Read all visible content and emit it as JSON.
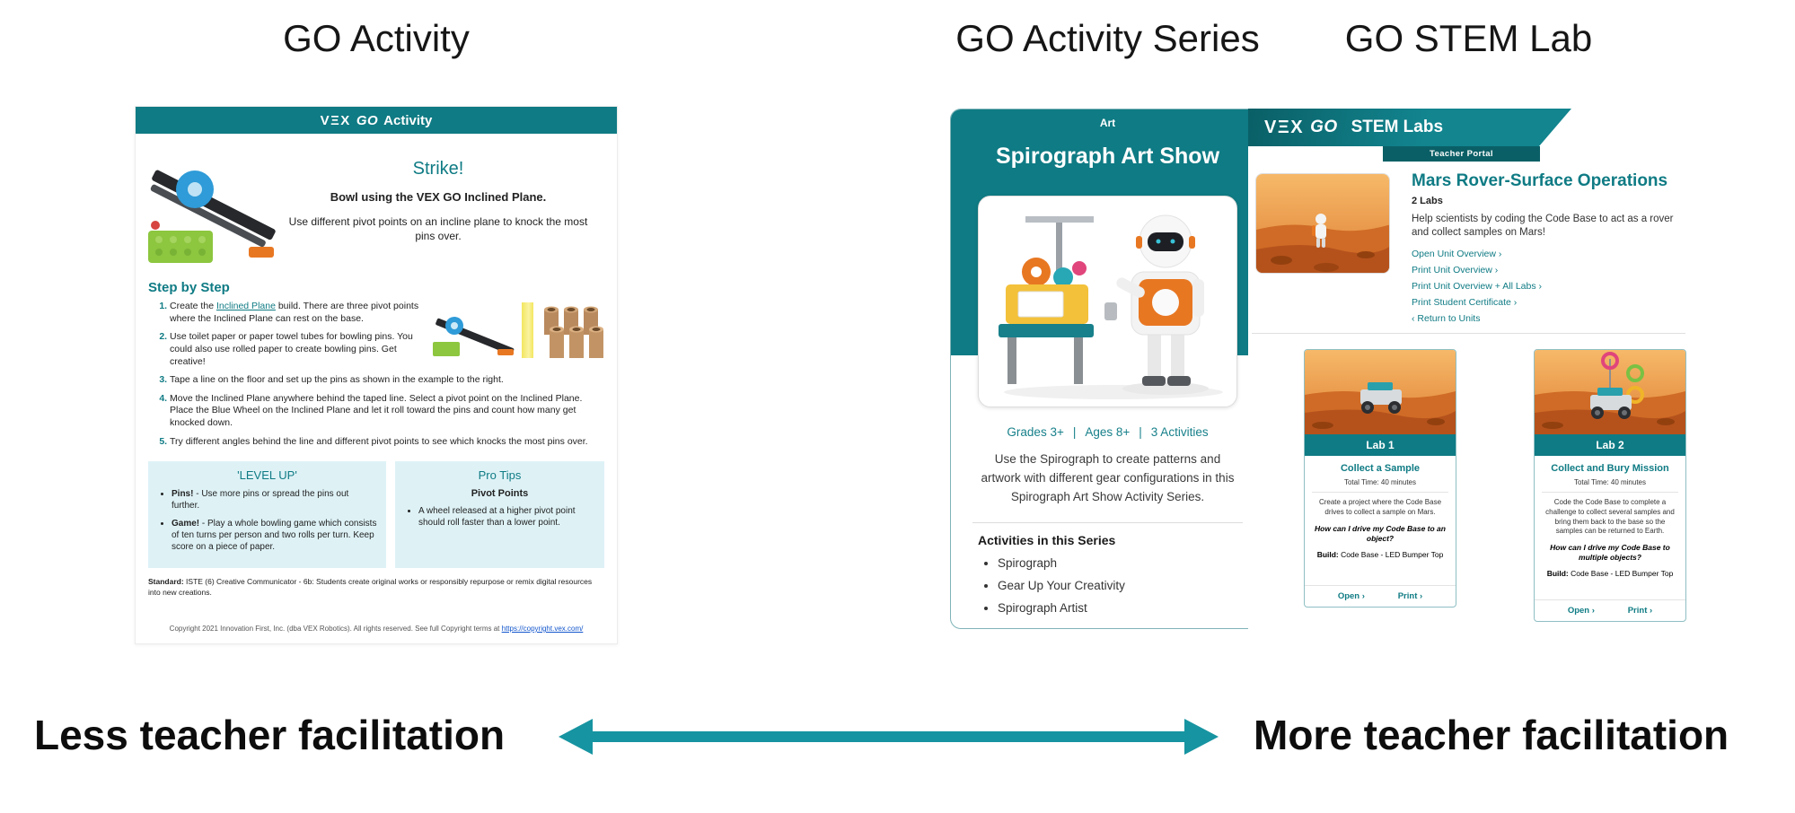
{
  "colors": {
    "teal": "#0f7b84",
    "teal_dark": "#0a5f66",
    "arrow": "#1794a1",
    "panel_cyan": "#def2f6",
    "link_blue": "#1155cc",
    "orange": "#e87722"
  },
  "page": {
    "columns": [
      {
        "title": "GO Activity"
      },
      {
        "title": "GO Activity Series"
      },
      {
        "title": "GO STEM Lab"
      }
    ],
    "footer": {
      "left_label": "Less teacher facilitation",
      "right_label": "More teacher facilitation"
    }
  },
  "activity": {
    "brand_glyph": "VΞX",
    "brand_go": "GO",
    "header_label": "Activity",
    "title": "Strike!",
    "subtitle": "Bowl using the VEX GO Inclined Plane.",
    "intro": "Use different pivot points on an incline plane to knock the most pins over.",
    "steps_heading": "Step by Step",
    "steps": [
      {
        "pre": "Create the ",
        "link": "Inclined Plane",
        "post": " build. There are three pivot points where the Inclined Plane can rest on the base."
      },
      {
        "text": "Use toilet paper or paper towel tubes for bowling pins. You could also use rolled paper to create bowling pins. Get creative!"
      },
      {
        "text": "Tape a line on the floor and set up the pins as shown in the example to the right."
      },
      {
        "text": "Move the Inclined Plane anywhere behind the taped line. Select a pivot point on the Inclined Plane. Place the Blue Wheel on the Inclined Plane and let it roll toward the pins and count how many get knocked down."
      },
      {
        "text": "Try different angles behind the line and different pivot points to see which knocks the most pins over."
      }
    ],
    "level_up": {
      "title": "'LEVEL UP'",
      "bullets": [
        {
          "lead": "Pins!",
          "text": " - Use more pins or spread the pins out further."
        },
        {
          "lead": "Game!",
          "text": " - Play a whole bowling game which consists of ten turns per person and two rolls per turn. Keep score on a piece of paper."
        }
      ]
    },
    "pro_tips": {
      "title": "Pro Tips",
      "subtitle": "Pivot Points",
      "bullet": "A wheel released at a higher pivot point should roll faster than a lower point."
    },
    "standard_lead": "Standard:",
    "standard_text": " ISTE (6) Creative Communicator - 6b: Students create original works or responsibly repurpose or remix digital resources into new creations.",
    "copyright_pre": "Copyright 2021 Innovation First, Inc. (dba VEX Robotics). All rights reserved. See full Copyright terms at ",
    "copyright_link": "https://copyright.vex.com/"
  },
  "series": {
    "category": "Art",
    "title": "Spirograph Art Show",
    "meta": {
      "grades": "Grades 3+",
      "ages": "Ages 8+",
      "activities": "3 Activities",
      "sep": "|"
    },
    "description": "Use the Spirograph to create patterns and artwork with different gear configurations in this Spirograph Art Show Activity Series.",
    "activities_heading": "Activities in this Series",
    "activities": [
      "Spirograph",
      "Gear Up Your Creativity",
      "Spirograph Artist"
    ]
  },
  "stemlab": {
    "brand_glyph": "VΞX",
    "brand_go": "GO",
    "header_label": "STEM Labs",
    "portal_label": "Teacher Portal",
    "unit": {
      "title": "Mars Rover-Surface Operations",
      "labs_count": "2 Labs",
      "description": "Help scientists by coding the Code Base to act as a rover and collect samples on Mars!",
      "links": [
        "Open Unit Overview  ›",
        "Print Unit Overview  ›",
        "Print Unit Overview + All Labs  ›",
        "Print Student Certificate  ›",
        "‹  Return to Units"
      ]
    },
    "labs": [
      {
        "banner": "Lab 1",
        "title": "Collect a Sample",
        "time": "Total Time: 40 minutes",
        "description": "Create a project where the Code Base drives to collect a sample on Mars.",
        "question": "How can I drive my Code Base to an object?",
        "build_lead": "Build:",
        "build_text": " Code Base - LED Bumper Top",
        "open_label": "Open  ›",
        "print_label": "Print  ›"
      },
      {
        "banner": "Lab 2",
        "title": "Collect and Bury Mission",
        "time": "Total Time: 40 minutes",
        "description": "Code the Code Base to complete a challenge to collect several samples and bring them back to the base so the samples can be returned to Earth.",
        "question": "How can I drive my Code Base to multiple objects?",
        "build_lead": "Build:",
        "build_text": " Code Base - LED Bumper Top",
        "open_label": "Open  ›",
        "print_label": "Print  ›"
      }
    ]
  }
}
